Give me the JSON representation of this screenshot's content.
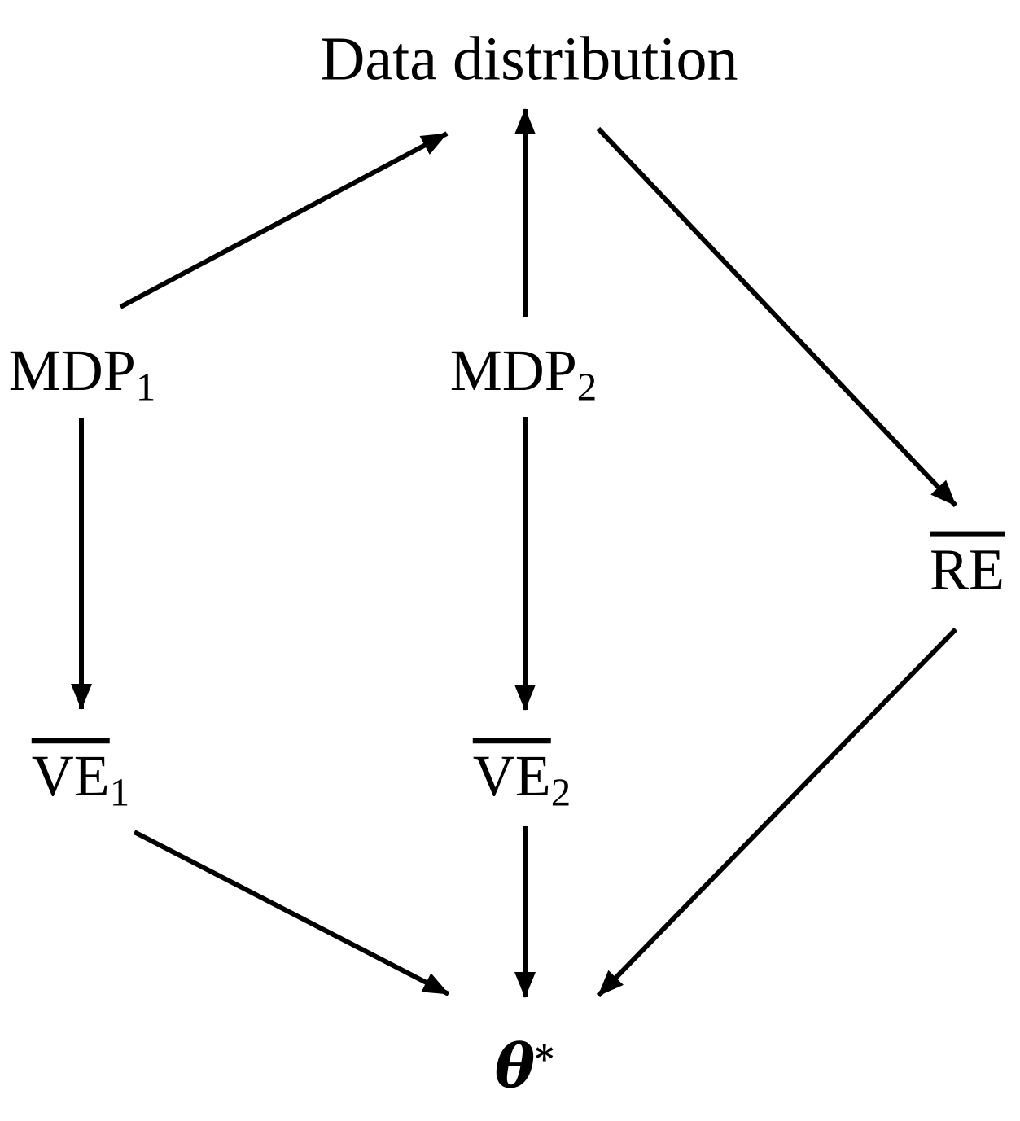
{
  "diagram": {
    "title": "Data distribution",
    "background_color": "#ffffff",
    "line_color": "#000000",
    "text_color": "#000000",
    "nodes": {
      "data_distribution": {
        "label": "Data distribution"
      },
      "mdp1": {
        "base": "MDP",
        "sub": "1"
      },
      "mdp2": {
        "base": "MDP",
        "sub": "2"
      },
      "re": {
        "base": "RE",
        "overline": true
      },
      "ve1": {
        "base": "VE",
        "sub": "1",
        "overline": true
      },
      "ve2": {
        "base": "VE",
        "sub": "2",
        "overline": true
      },
      "theta_star": {
        "base": "θ",
        "sup": "*"
      }
    },
    "edges": [
      {
        "from": "mdp1",
        "to": "data_distribution"
      },
      {
        "from": "mdp2",
        "to": "data_distribution"
      },
      {
        "from": "data_distribution",
        "to": "re"
      },
      {
        "from": "mdp1",
        "to": "ve1"
      },
      {
        "from": "mdp2",
        "to": "ve2"
      },
      {
        "from": "ve1",
        "to": "theta_star"
      },
      {
        "from": "ve2",
        "to": "theta_star"
      },
      {
        "from": "re",
        "to": "theta_star"
      }
    ]
  }
}
